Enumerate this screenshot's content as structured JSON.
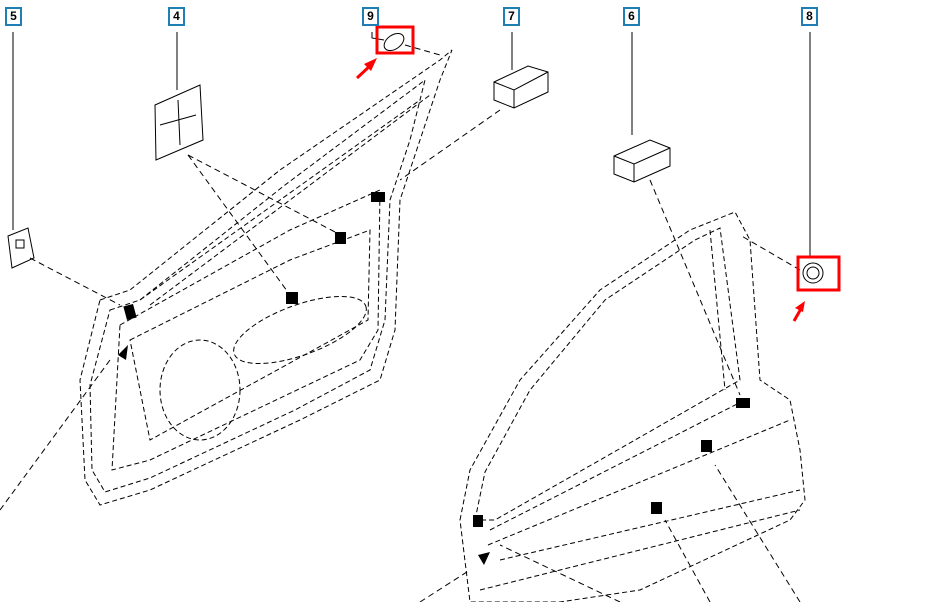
{
  "callouts": [
    {
      "id": "5",
      "label": "5"
    },
    {
      "id": "4",
      "label": "4"
    },
    {
      "id": "9",
      "label": "9"
    },
    {
      "id": "7",
      "label": "7"
    },
    {
      "id": "6",
      "label": "6"
    },
    {
      "id": "8",
      "label": "8"
    }
  ],
  "colors": {
    "callout_border": "#1f7fb5",
    "highlight": "#ff0000",
    "line": "#000000"
  }
}
